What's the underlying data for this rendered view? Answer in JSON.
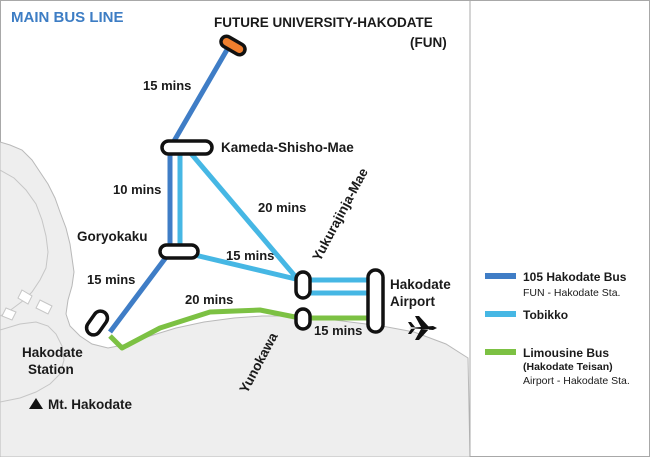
{
  "title": "MAIN BUS LINE",
  "colors": {
    "title": "#3d7dc4",
    "hakodate_bus": "#3f7dc6",
    "tobikko": "#46b7e4",
    "limousine": "#7cc143",
    "fun_stop": "#ef7f2e",
    "land": "#eeeeee",
    "coast": "#b9b9b9"
  },
  "places": {
    "fun": "FUTURE UNIVERSITY-HAKODATE",
    "fun_abbr": "(FUN)",
    "kameda": "Kameda-Shisho-Mae",
    "goryokaku": "Goryokaku",
    "yukura": "Yukurajinja-Mae",
    "airport_line1": "Hakodate",
    "airport_line2": "Airport",
    "station_line1": "Hakodate",
    "station_line2": "Station",
    "yunokawa": "Yunokawa",
    "mountain": "Mt. Hakodate"
  },
  "times": {
    "fun_kameda": "15 mins",
    "kameda_goryokaku": "10 mins",
    "kameda_yukura": "20 mins",
    "goryokaku_yukura": "15 mins",
    "goryokaku_station": "15 mins",
    "station_yunokawa": "20 mins",
    "yunokawa_airport": "15 mins"
  },
  "legend": [
    {
      "name": "105 Hakodate Bus",
      "sub_bold": "",
      "sub": "FUN - Hakodate Sta.",
      "color": "#3f7dc6"
    },
    {
      "name": "Tobikko",
      "sub_bold": "",
      "sub": "",
      "color": "#46b7e4"
    },
    {
      "name": "Limousine Bus",
      "sub_bold": "(Hakodate Teisan)",
      "sub": "Airport - Hakodate Sta.",
      "color": "#7cc143"
    }
  ],
  "icons": {
    "mountain": "triangle-icon",
    "airport": "airplane-icon"
  }
}
